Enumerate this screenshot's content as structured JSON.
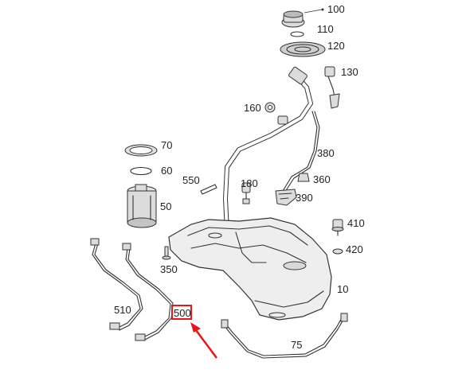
{
  "labels": {
    "p100": "100",
    "p110": "110",
    "p120": "120",
    "p130": "130",
    "p160": "160",
    "p380": "380",
    "p70": "70",
    "p60": "60",
    "p550": "550",
    "p180": "180",
    "p360": "360",
    "p390": "390",
    "p50": "50",
    "p410": "410",
    "p420": "420",
    "p350": "350",
    "p10": "10",
    "p510": "510",
    "p500": "500",
    "p75": "75"
  },
  "highlight": {
    "target": "500",
    "box_color": "#e8161b",
    "arrow_color": "#e8161b"
  }
}
